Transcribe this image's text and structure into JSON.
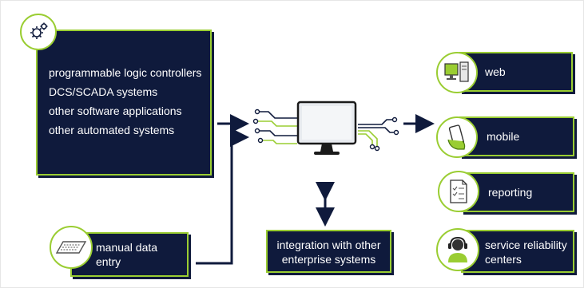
{
  "sources": {
    "items": [
      "programmable logic controllers",
      "DCS/SCADA systems",
      "other software applications",
      "other automated systems"
    ],
    "icon": "gear-icon"
  },
  "manual": {
    "label_line1": "manual data",
    "label_line2": "entry",
    "icon": "keyboard-icon"
  },
  "integration": {
    "label_line1": "integration with other",
    "label_line2": "enterprise systems"
  },
  "outputs": [
    {
      "label_line1": "web",
      "label_line2": "",
      "icon": "desktop-computer-icon"
    },
    {
      "label_line1": "mobile",
      "label_line2": "",
      "icon": "smartphone-hand-icon"
    },
    {
      "label_line1": "reporting",
      "label_line2": "",
      "icon": "report-document-icon"
    },
    {
      "label_line1": "service reliability",
      "label_line2": "centers",
      "icon": "headset-operator-icon"
    }
  ],
  "colors": {
    "navy": "#0f1a3c",
    "accent_green": "#9acd32",
    "arrow": "#0f1a3c"
  }
}
